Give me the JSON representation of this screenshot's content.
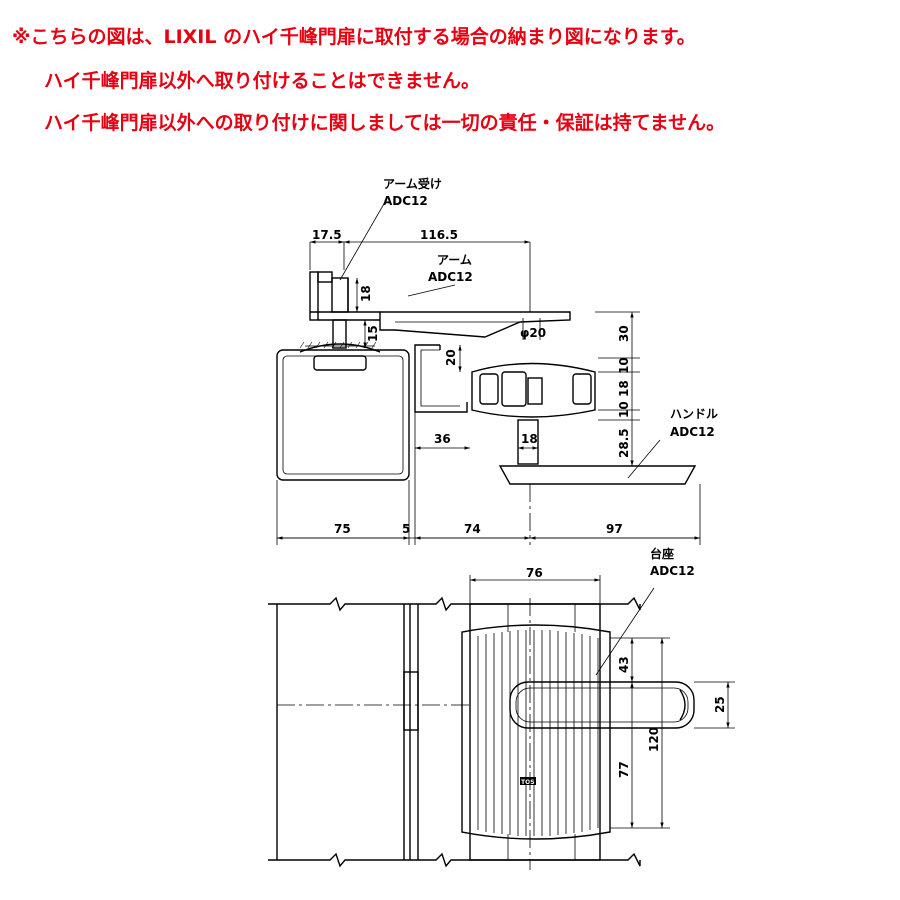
{
  "notice": {
    "line1": "※こちらの図は、LIXIL のハイ千峰門扉に取付する場合の納まり図になります。",
    "line2": "ハイ千峰門扉以外へ取り付けることはできません。",
    "line3": "ハイ千峰門扉以外への取り付けに関しましては一切の責任・保証は持てません。",
    "color": "#e60012"
  },
  "parts": {
    "arm_receiver": {
      "name": "アーム受け",
      "material": "ADC12"
    },
    "arm": {
      "name": "アーム",
      "material": "ADC12"
    },
    "handle": {
      "name": "ハンドル",
      "material": "ADC12"
    },
    "base": {
      "name": "台座",
      "material": "ADC12"
    }
  },
  "dims_top": {
    "d17_5": "17.5",
    "d116_5": "116.5",
    "d18a": "18",
    "d15": "15",
    "dphi20": "φ20",
    "d20": "20",
    "d30": "30",
    "d10a": "10",
    "d18b": "18",
    "d10b": "10",
    "d28_5": "28.5",
    "d36": "36",
    "d18c": "18",
    "d75": "75",
    "d5": "5",
    "d74": "74",
    "d97": "97"
  },
  "dims_bottom": {
    "d76": "76",
    "d43": "43",
    "d25": "25",
    "d120": "120",
    "d77": "77"
  },
  "logo_text": "TOS"
}
